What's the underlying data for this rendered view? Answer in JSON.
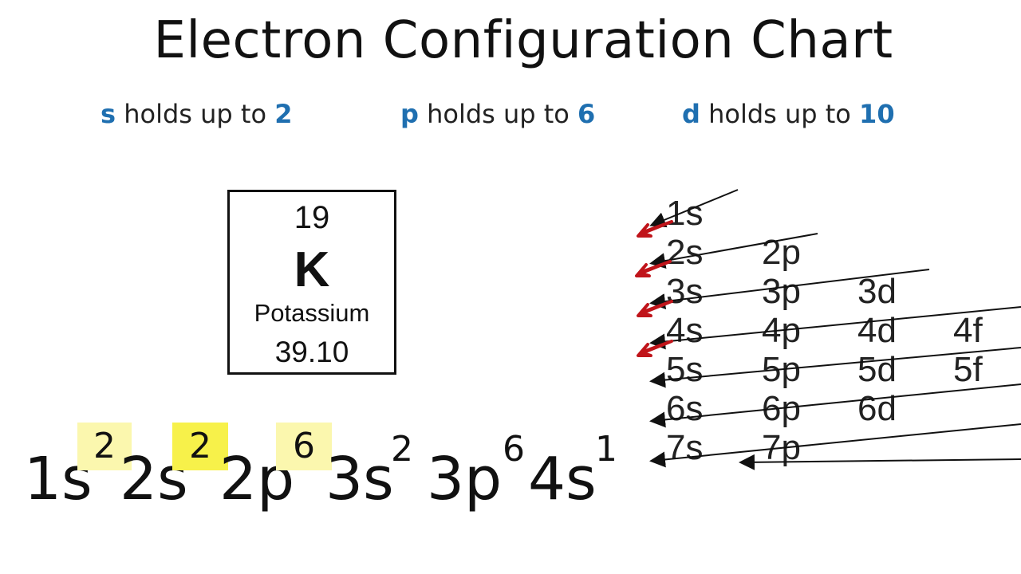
{
  "title": "Electron Configuration Chart",
  "rules": [
    {
      "orbital": "s",
      "text": " holds up to ",
      "max": "2"
    },
    {
      "orbital": "p",
      "text": " holds up to ",
      "max": "6"
    },
    {
      "orbital": "d",
      "text": " holds up to ",
      "max": "10"
    }
  ],
  "element": {
    "atomic_number": "19",
    "symbol": "K",
    "name": "Potassium",
    "mass": "39.10"
  },
  "configuration": [
    {
      "base": "1s",
      "sup": "2"
    },
    {
      "base": "2s",
      "sup": "2"
    },
    {
      "base": "2p",
      "sup": "6"
    },
    {
      "base": "3s",
      "sup": "2"
    },
    {
      "base": "3p",
      "sup": "6"
    },
    {
      "base": "4s",
      "sup": "1"
    }
  ],
  "diagram": {
    "rows": [
      [
        "1s"
      ],
      [
        "2s",
        "2p"
      ],
      [
        "3s",
        "3p",
        "3d"
      ],
      [
        "4s",
        "4p",
        "4d",
        "4f"
      ],
      [
        "5s",
        "5p",
        "5d",
        "5f"
      ],
      [
        "6s",
        "6p",
        "6d"
      ],
      [
        "7s",
        "7p"
      ]
    ]
  },
  "colors": {
    "accent": "#1f6fb0",
    "highlight_light": "#fbf7ae",
    "highlight_strong": "#f7f14a",
    "arrow_red": "#c0141a"
  }
}
